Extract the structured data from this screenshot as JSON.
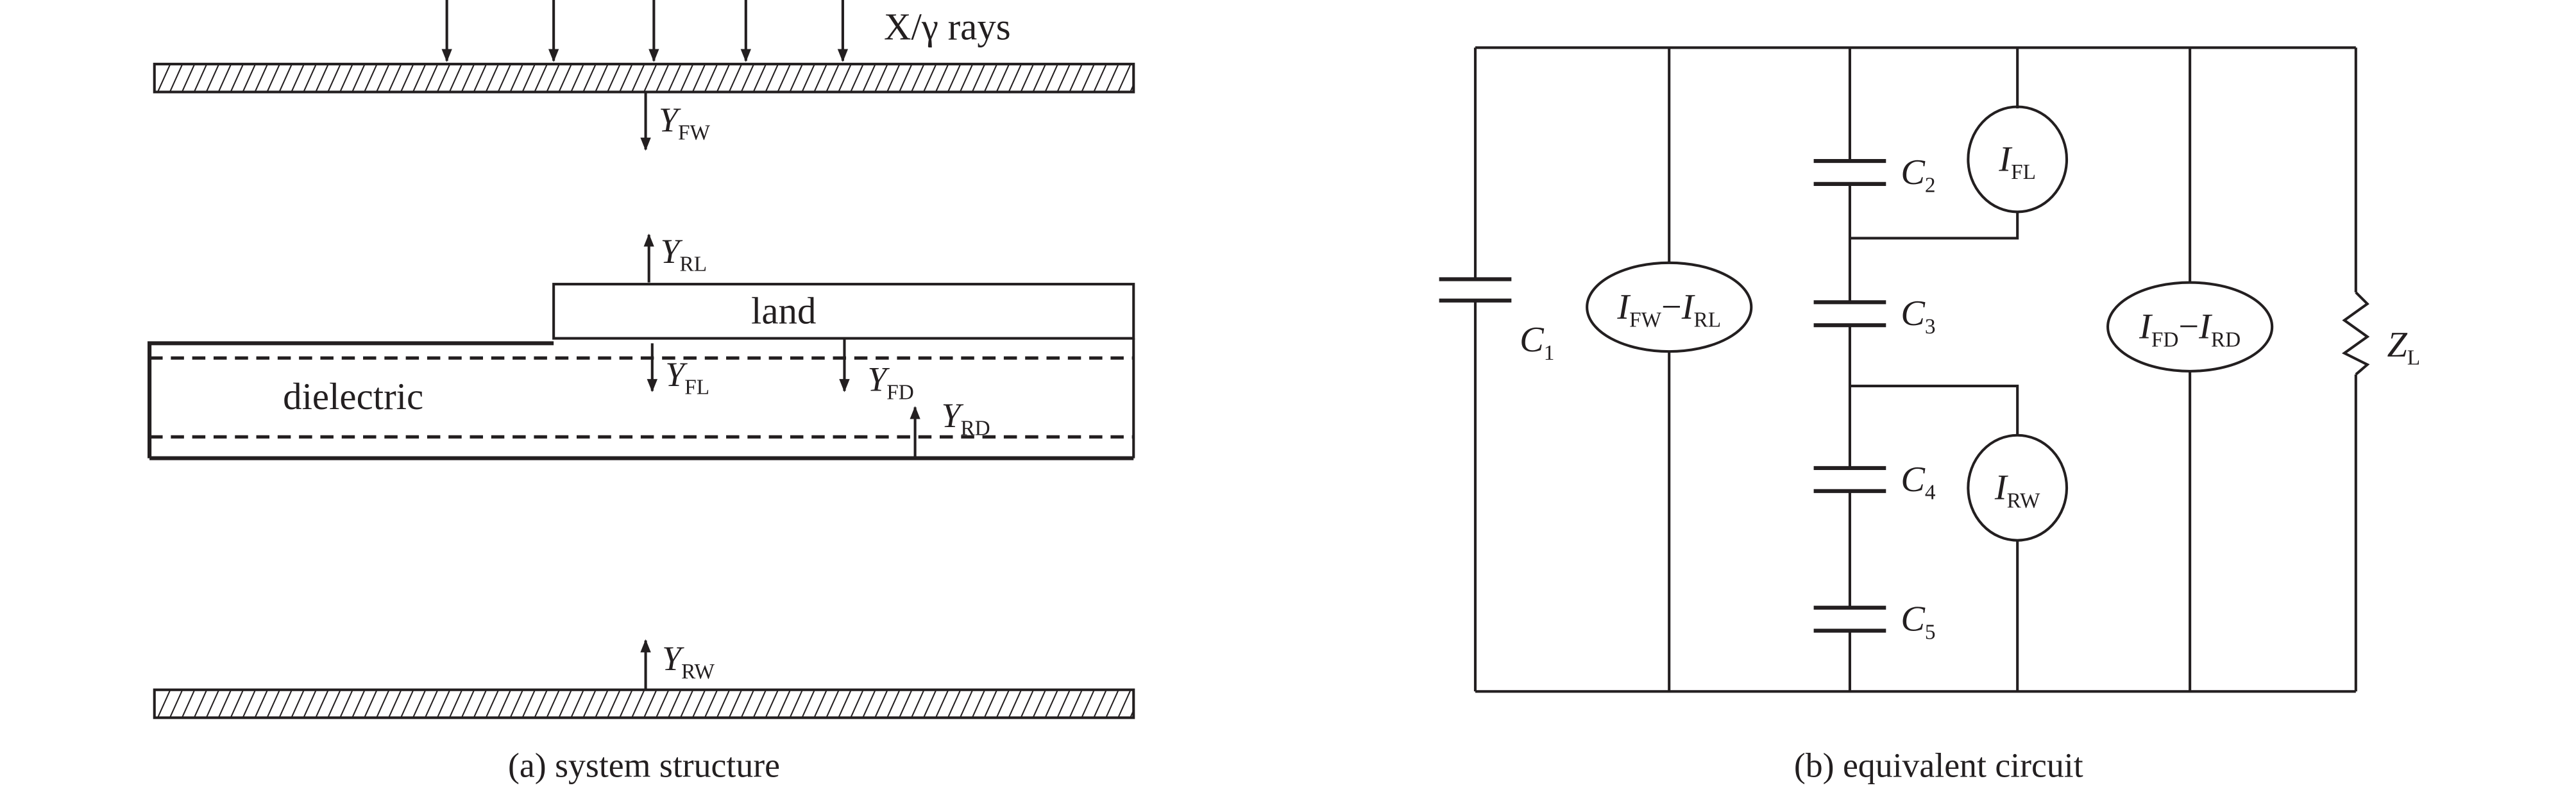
{
  "structure": {
    "rays_label": "X/γ rays",
    "land_label": "land",
    "dielectric_label": "dielectric",
    "yields": {
      "fw": {
        "main": "Y",
        "sub": "FW"
      },
      "rl": {
        "main": "Y",
        "sub": "RL"
      },
      "fl": {
        "main": "Y",
        "sub": "FL"
      },
      "fd": {
        "main": "Y",
        "sub": "FD"
      },
      "rd": {
        "main": "Y",
        "sub": "RD"
      },
      "rw": {
        "main": "Y",
        "sub": "RW"
      }
    },
    "caption": "(a) system structure"
  },
  "circuit": {
    "c1": {
      "main": "C",
      "sub": "1"
    },
    "c2": {
      "main": "C",
      "sub": "2"
    },
    "c3": {
      "main": "C",
      "sub": "3"
    },
    "c4": {
      "main": "C",
      "sub": "4"
    },
    "c5": {
      "main": "C",
      "sub": "5"
    },
    "src_fw_rl": {
      "a": "I",
      "asub": "FW",
      "op": "−",
      "b": "I",
      "bsub": "RL"
    },
    "src_fl": {
      "main": "I",
      "sub": "FL"
    },
    "src_rw": {
      "main": "I",
      "sub": "RW"
    },
    "src_fd_rd": {
      "a": "I",
      "asub": "FD",
      "op": "−",
      "b": "I",
      "bsub": "RD"
    },
    "zl": {
      "main": "Z",
      "sub": "L"
    },
    "caption": "(b) equivalent circuit"
  }
}
